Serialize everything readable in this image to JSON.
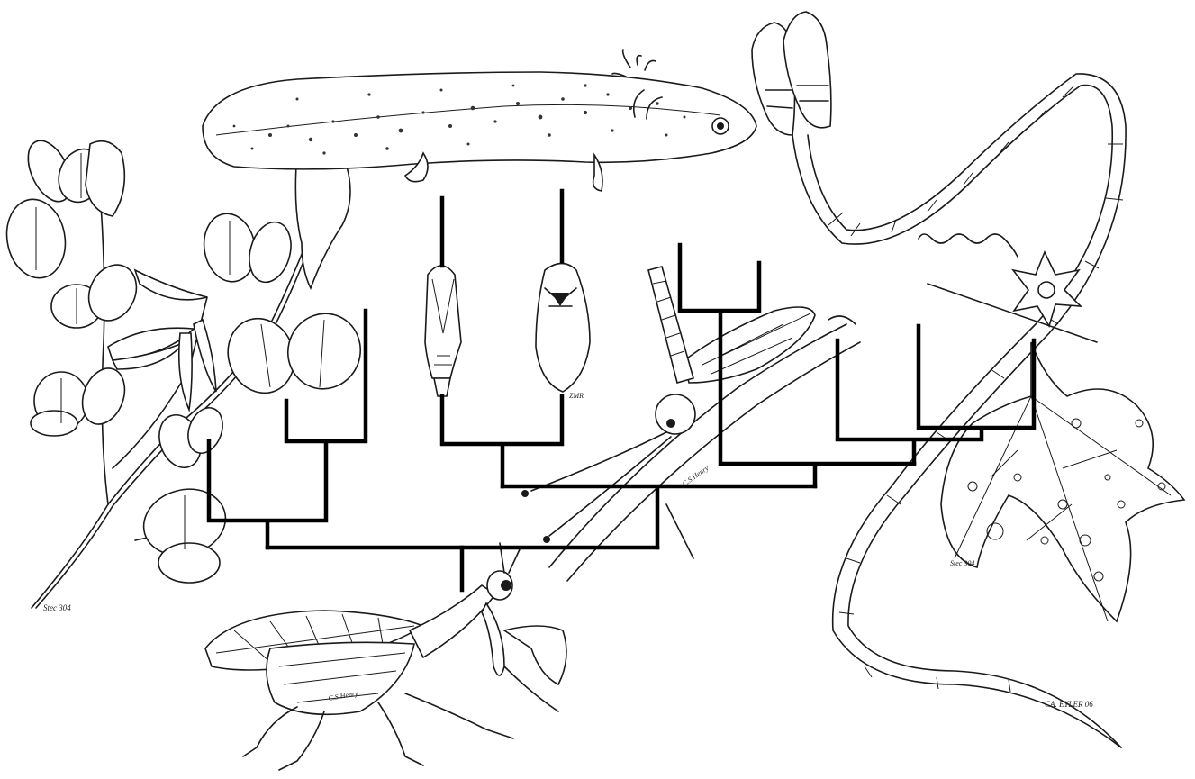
{
  "illustration": {
    "signatures": {
      "legume": "Stec 304",
      "lacewing": "C.S.Henry",
      "mantispid": "C.S.Henry",
      "leaf": "Stec 304",
      "alga": "CA. EYLER 06",
      "pupa": "ZMR"
    }
  },
  "colors": {
    "ink": "#1a1a1a",
    "tree": "#000000",
    "background": "#ffffff",
    "stipple": "#333333"
  }
}
